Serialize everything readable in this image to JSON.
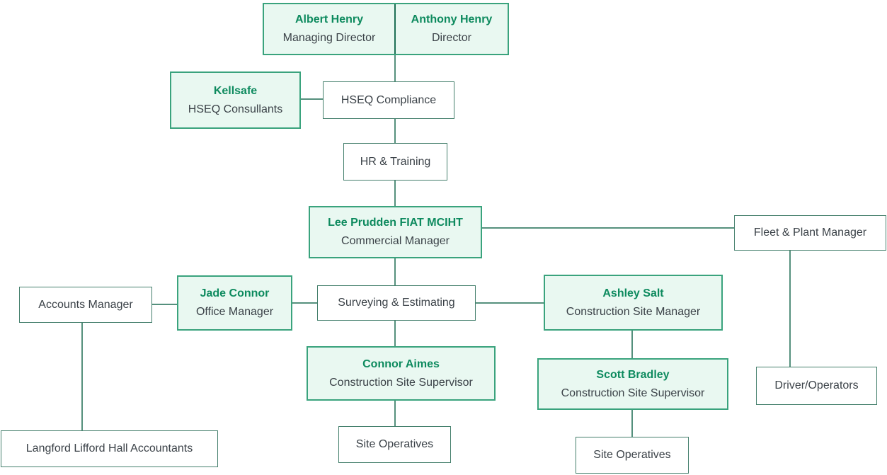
{
  "diagram": {
    "type": "org-chart",
    "colors": {
      "person_box_bg": "#e9f8f1",
      "person_box_border": "#3aa37d",
      "function_box_border": "#447f6c",
      "name_text": "#0d8a5e",
      "role_text": "#3b4248",
      "connector": "#55907d",
      "divider": "#1e6f55"
    },
    "nodes": {
      "albert": {
        "name": "Albert Henry",
        "role": "Managing Director"
      },
      "anthony": {
        "name": "Anthony Henry",
        "role": "Director"
      },
      "kellsafe": {
        "name": "Kellsafe",
        "role": "HSEQ Consullants"
      },
      "hseq_compliance": {
        "label": "HSEQ Compliance"
      },
      "hr_training": {
        "label": "HR & Training"
      },
      "lee_prudden": {
        "name": "Lee Prudden FIAT MCIHT",
        "role": "Commercial Manager"
      },
      "fleet_plant_manager": {
        "label": "Fleet & Plant Manager"
      },
      "accounts_manager": {
        "label": "Accounts Manager"
      },
      "jade_connor": {
        "name": "Jade Connor",
        "role": "Office Manager"
      },
      "surveying_estimating": {
        "label": "Surveying & Estimating"
      },
      "ashley_salt": {
        "name": "Ashley Salt",
        "role": "Construction Site Manager"
      },
      "connor_aimes": {
        "name": "Connor Aimes",
        "role": "Construction Site Supervisor"
      },
      "scott_bradley": {
        "name": "Scott Bradley",
        "role": "Construction Site Supervisor"
      },
      "driver_operators": {
        "label": "Driver/Operators"
      },
      "langford_accountants": {
        "label": "Langford Lifford Hall Accountants"
      },
      "site_operatives_left": {
        "label": "Site Operatives"
      },
      "site_operatives_right": {
        "label": "Site Operatives"
      }
    }
  }
}
